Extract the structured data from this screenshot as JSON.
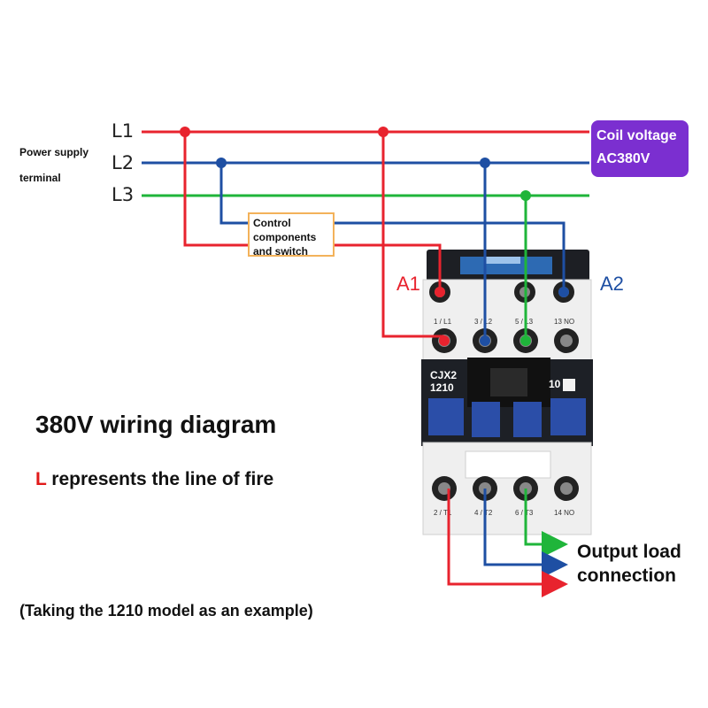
{
  "lines": {
    "l1": "L1",
    "l2": "L2",
    "l3": "L3"
  },
  "power_supply": {
    "line1": "Power supply",
    "line2": "terminal"
  },
  "coil": {
    "line1": "Coil voltage",
    "line2": "AC380V"
  },
  "control": {
    "line1": "Control",
    "line2": "components",
    "line3": "and switch"
  },
  "terminals": {
    "a1": "A1",
    "a2": "A2"
  },
  "contactor": {
    "model_line1": "CJX2",
    "model_line2": "1210",
    "code": "10",
    "top_pins": [
      "1 / L1",
      "3 / L2",
      "5 / L3",
      "13 NO"
    ],
    "bottom_pins": [
      "2 / T1",
      "4 / T2",
      "6 / T3",
      "14 NO"
    ]
  },
  "title": "380V wiring diagram",
  "subtitle_prefix": "L",
  "subtitle_rest": " represents the line of fire",
  "output": {
    "line1": "Output load",
    "line2": "connection"
  },
  "example": "(Taking the 1210 model as an example)",
  "colors": {
    "l1": "#e8232e",
    "l2": "#1e4fa3",
    "l3": "#1fb53a",
    "coil_bg": "#7b2fd0",
    "control_border": "#f3b25a"
  }
}
